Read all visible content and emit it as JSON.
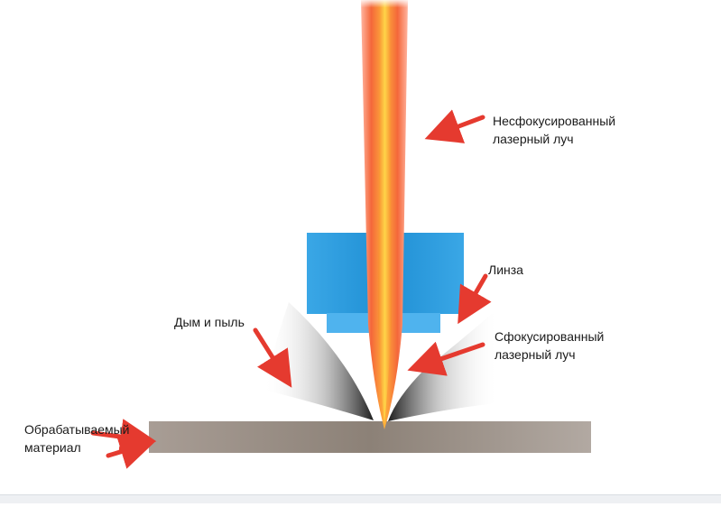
{
  "labels": {
    "unfocused_beam": [
      "Несфокусированный",
      "лазерный луч"
    ],
    "lens": "Линза",
    "smoke_dust": "Дым и пыль",
    "focused_beam": [
      "Сфокусированный",
      "лазерный луч"
    ],
    "workpiece": [
      "Обрабатываемый",
      "материал"
    ]
  },
  "colors": {
    "arrow": "#e53a2f",
    "lens": "#2f97d8",
    "workpiece": "#9a8f86",
    "beam_outer": "#f05a2a",
    "beam_core": "#ffc83a"
  }
}
